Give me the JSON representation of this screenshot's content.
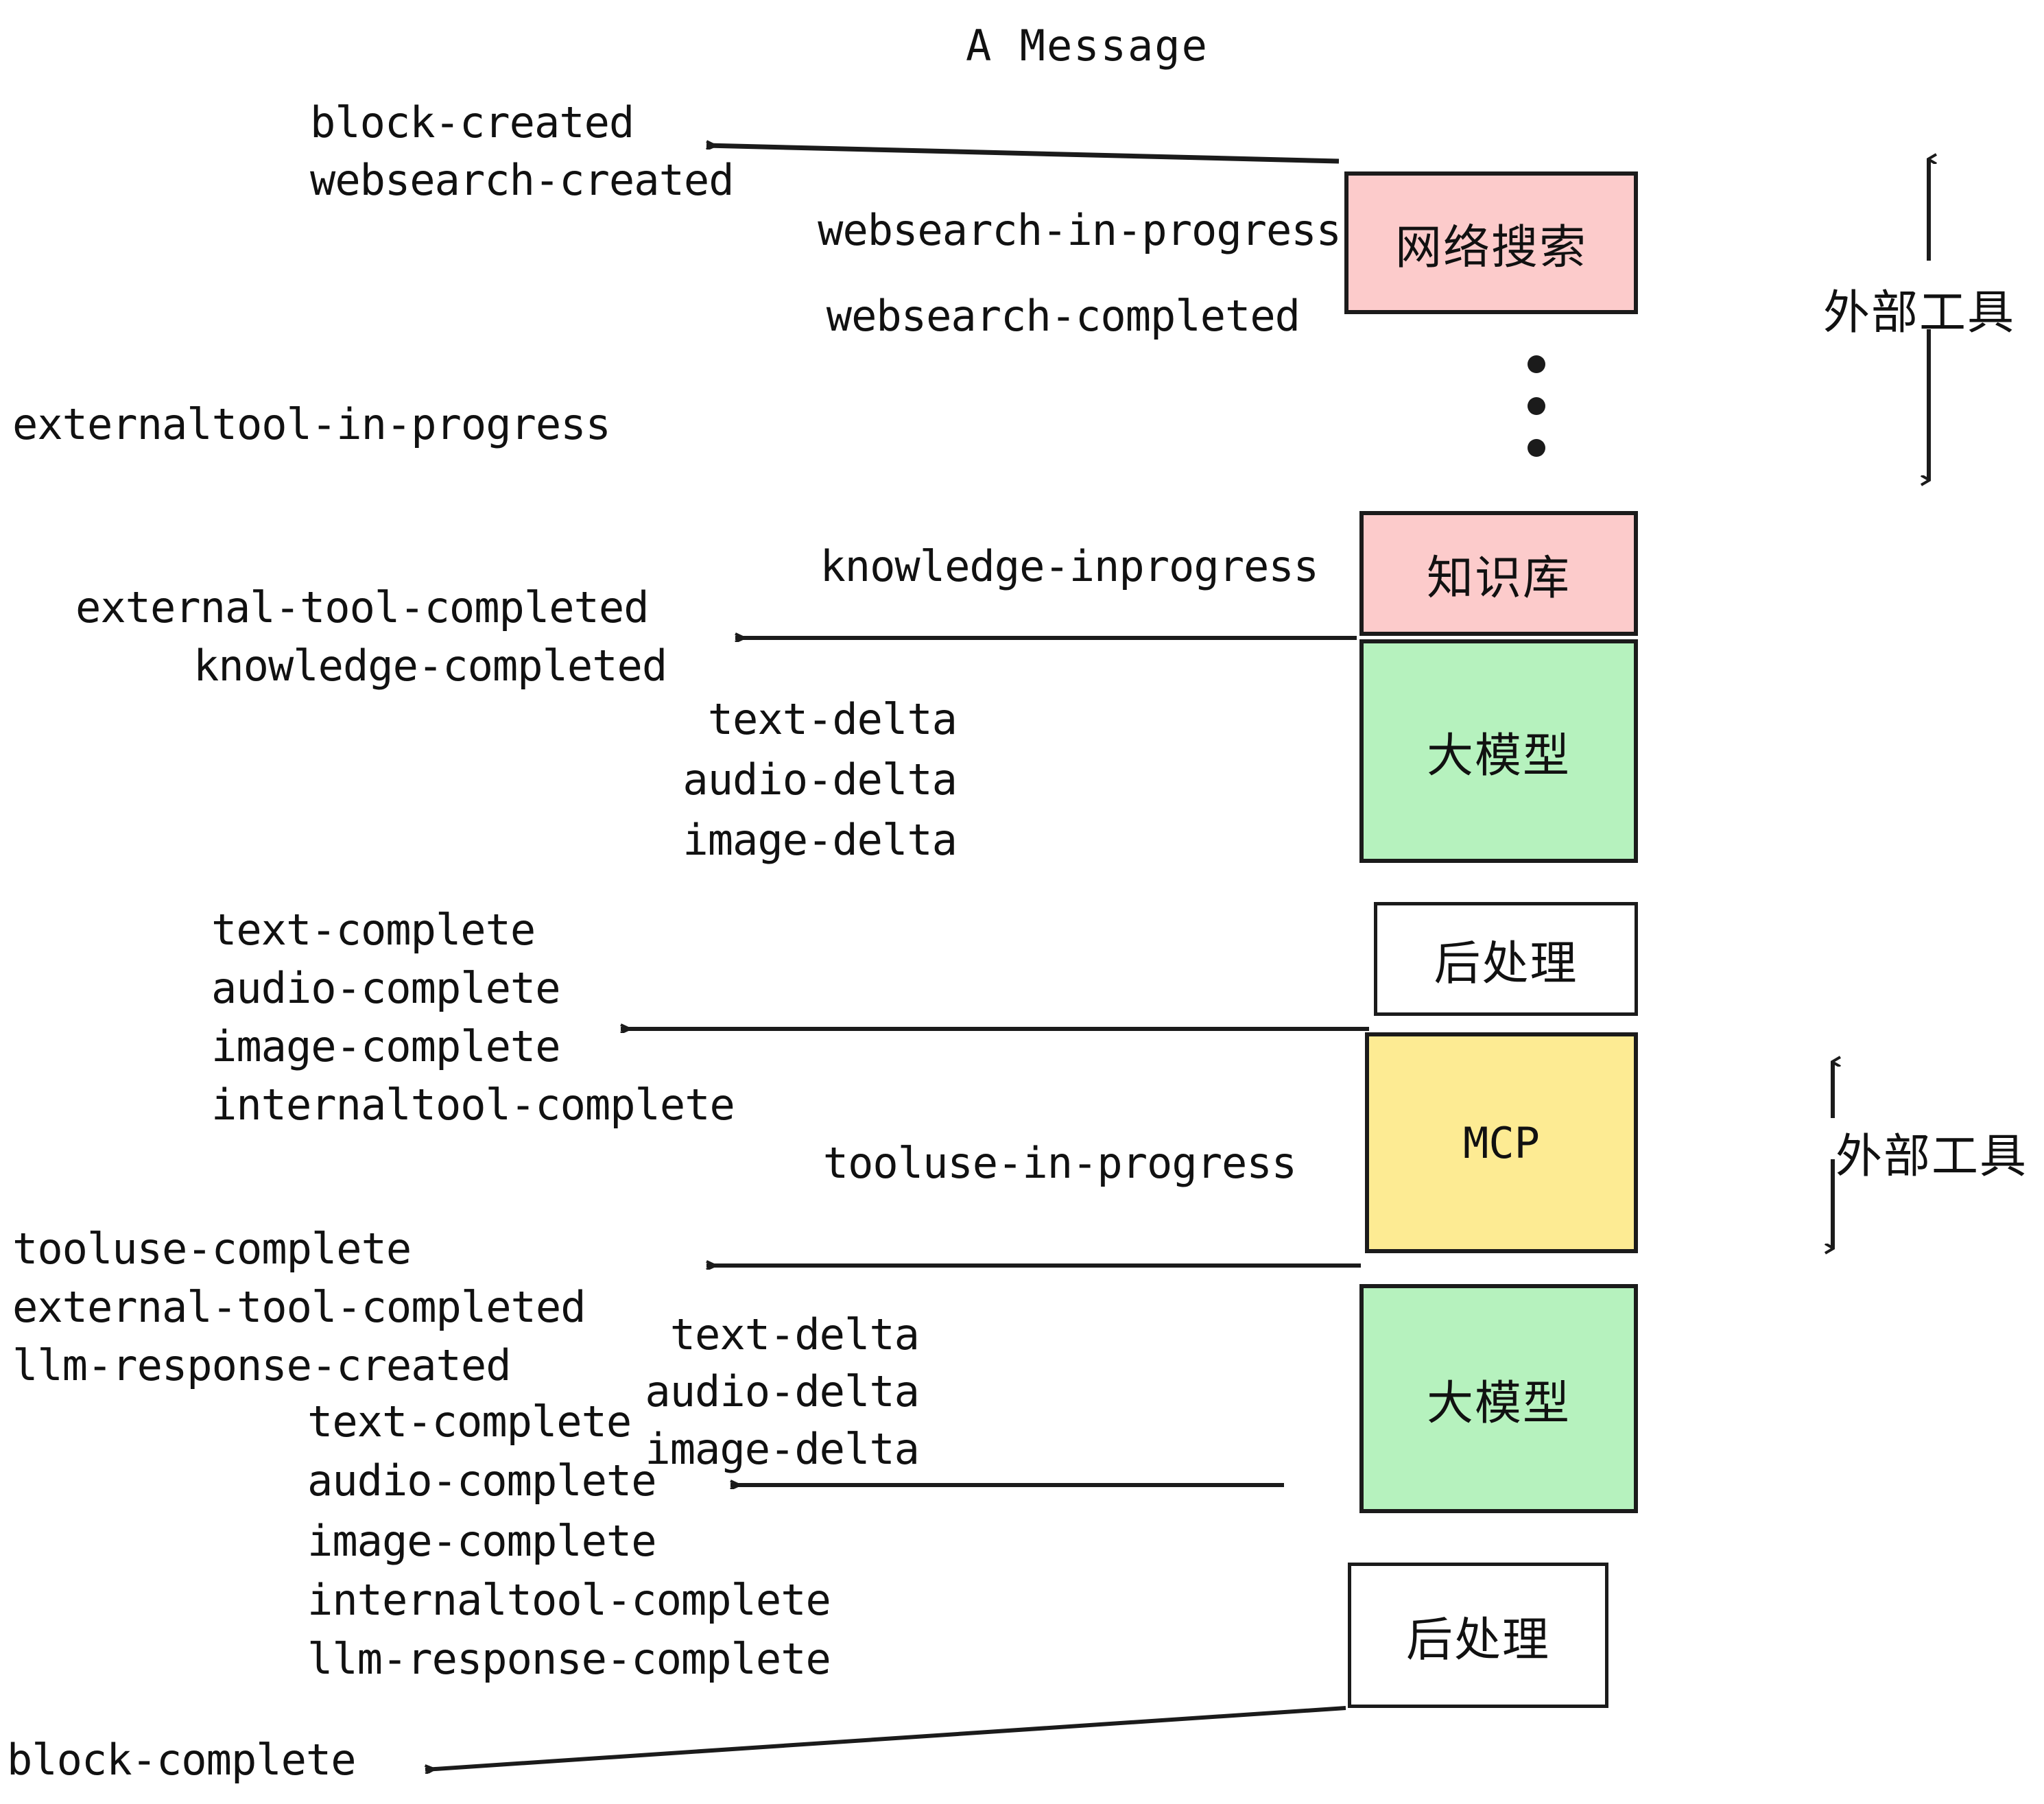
{
  "diagram": {
    "title": "A Message",
    "colors": {
      "pink": "#FCCBCB",
      "green": "#B6F2BE",
      "yellow": "#FDEB93",
      "white": "#FFFFFF",
      "stroke": "#1b1b1b"
    },
    "boxes": [
      {
        "id": "websearch",
        "label": "网络搜索",
        "fill": "#FCCBCB"
      },
      {
        "id": "knowledgebase",
        "label": "知识库",
        "fill": "#FCCBCB"
      },
      {
        "id": "llm-first",
        "label": "大模型",
        "fill": "#B6F2BE"
      },
      {
        "id": "postprocess-first",
        "label": "后处理",
        "fill": "#FFFFFF"
      },
      {
        "id": "mcp",
        "label": "MCP",
        "fill": "#FDEB93"
      },
      {
        "id": "llm-second",
        "label": "大模型",
        "fill": "#B6F2BE"
      },
      {
        "id": "postprocess-second",
        "label": "后处理",
        "fill": "#FFFFFF"
      }
    ],
    "side_labels": [
      {
        "id": "external-tool-top",
        "label": "外部工具"
      },
      {
        "id": "external-tool-bottom",
        "label": "外部工具"
      }
    ],
    "events": [
      {
        "id": "block-created",
        "text": "block-created"
      },
      {
        "id": "websearch-created",
        "text": "websearch-created"
      },
      {
        "id": "websearch-in-progress",
        "text": "websearch-in-progress"
      },
      {
        "id": "websearch-completed",
        "text": "websearch-completed"
      },
      {
        "id": "externaltool-in-progress",
        "text": "externaltool-in-progress"
      },
      {
        "id": "knowledge-inprogress",
        "text": "knowledge-inprogress"
      },
      {
        "id": "external-tool-completed-1",
        "text": "external-tool-completed"
      },
      {
        "id": "knowledge-completed",
        "text": "knowledge-completed"
      },
      {
        "id": "text-delta-1",
        "text": "text-delta"
      },
      {
        "id": "audio-delta-1",
        "text": "audio-delta"
      },
      {
        "id": "image-delta-1",
        "text": "image-delta"
      },
      {
        "id": "text-complete-1",
        "text": "text-complete"
      },
      {
        "id": "audio-complete-1",
        "text": "audio-complete"
      },
      {
        "id": "image-complete-1",
        "text": "image-complete"
      },
      {
        "id": "internaltool-complete-1",
        "text": "internaltool-complete"
      },
      {
        "id": "tooluse-in-progress",
        "text": "tooluse-in-progress"
      },
      {
        "id": "tooluse-complete",
        "text": "tooluse-complete"
      },
      {
        "id": "external-tool-completed-2",
        "text": "external-tool-completed"
      },
      {
        "id": "llm-response-created",
        "text": "llm-response-created"
      },
      {
        "id": "text-delta-2",
        "text": "text-delta"
      },
      {
        "id": "audio-delta-2",
        "text": "audio-delta"
      },
      {
        "id": "image-delta-2",
        "text": "image-delta"
      },
      {
        "id": "text-complete-2",
        "text": "text-complete"
      },
      {
        "id": "audio-complete-2",
        "text": "audio-complete"
      },
      {
        "id": "image-complete-2",
        "text": "image-complete"
      },
      {
        "id": "internaltool-complete-2",
        "text": "internaltool-complete"
      },
      {
        "id": "llm-response-complete",
        "text": "llm-response-complete"
      },
      {
        "id": "block-complete",
        "text": "block-complete"
      }
    ],
    "ellipsis_dots": 3
  }
}
